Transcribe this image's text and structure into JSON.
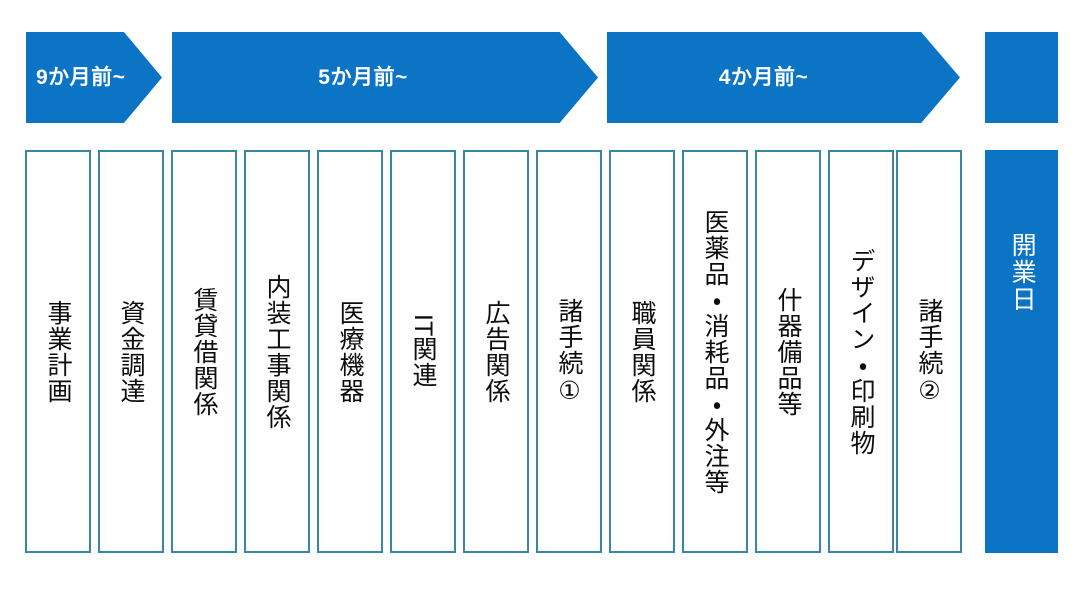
{
  "theme": {
    "accent_blue": "#0b74c4",
    "box_border": "#3a87a3",
    "text_dark": "#0d0d0d",
    "text_light": "#ffffff",
    "background": "#ffffff"
  },
  "timeline": {
    "phases": [
      {
        "label": "9か月前~"
      },
      {
        "label": "5か月前~"
      },
      {
        "label": "4か月前~"
      }
    ]
  },
  "tasks": {
    "columns": [
      {
        "label": "事業計画"
      },
      {
        "label": "資金調達"
      },
      {
        "label": "賃貸借関係"
      },
      {
        "label": "内装工事関係"
      },
      {
        "label": "医療機器"
      },
      {
        "label": "IT関連",
        "latin_prefix": "IT",
        "rest": "関連"
      },
      {
        "label": "広告関係"
      },
      {
        "label": "諸手続①"
      },
      {
        "label": "職員関係"
      },
      {
        "label": "医薬品・消耗品・外注等"
      },
      {
        "label": "什器備品等"
      },
      {
        "label": "デザイン・印刷物"
      },
      {
        "label": "諸手続②"
      }
    ]
  },
  "milestone": {
    "label": "開業日"
  }
}
